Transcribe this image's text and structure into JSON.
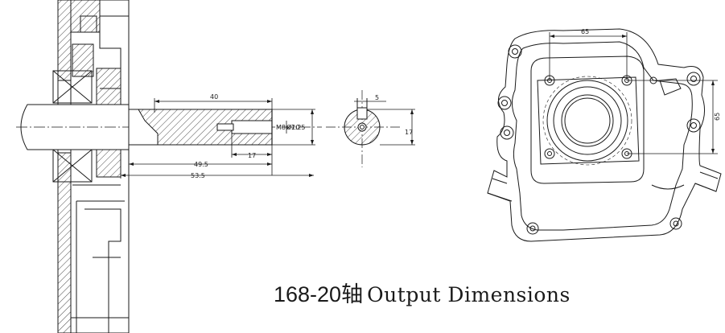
{
  "caption": {
    "model": "168-20轴",
    "text": "Output Dimensions"
  },
  "shaft_section": {
    "dimensions": {
      "keyway_length": "40",
      "thread": "M8×1.25",
      "shaft_diameter": "Ø20",
      "thread_depth": "17",
      "length_1": "49.5",
      "length_2": "53.5"
    }
  },
  "cross_section": {
    "dimensions": {
      "key_width": "5",
      "key_height": "17"
    }
  },
  "engine_face": {
    "dimensions": {
      "bolt_spacing_x": "65",
      "bolt_spacing_y": "65"
    }
  },
  "colors": {
    "line": "#1a1a1a",
    "background": "#ffffff"
  }
}
